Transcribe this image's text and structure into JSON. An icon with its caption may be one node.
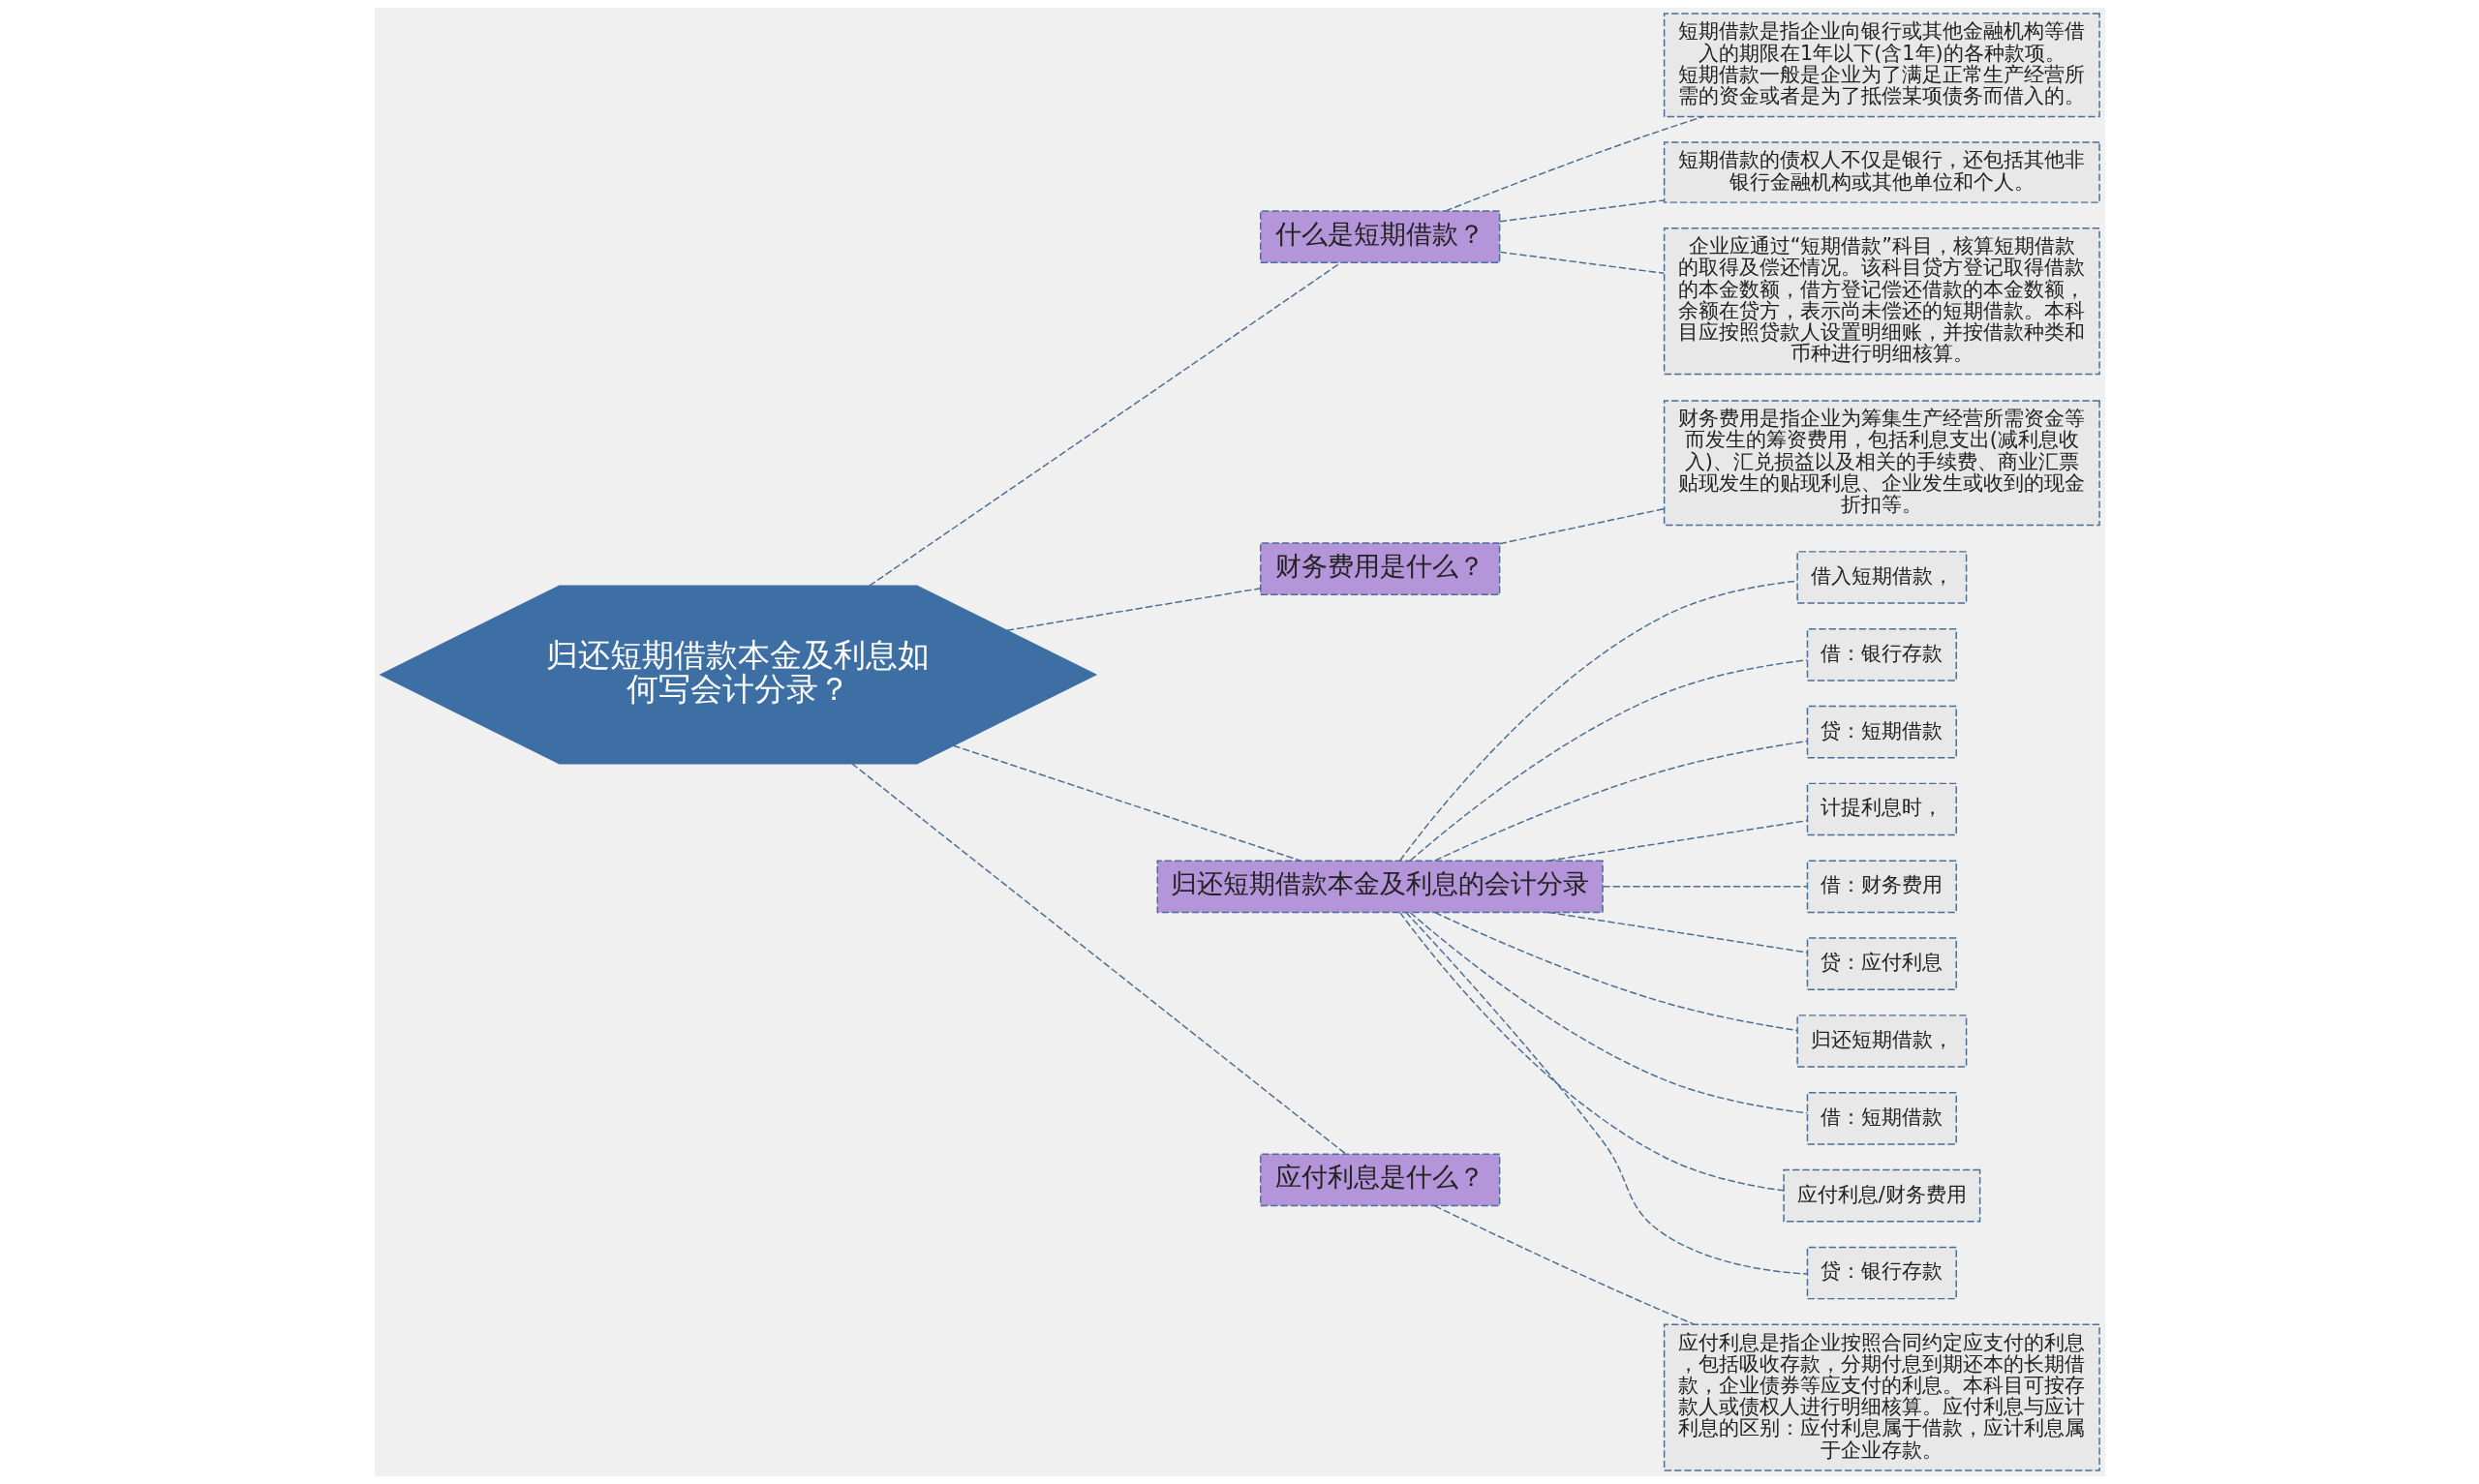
{
  "diagram": {
    "nodes": [
      {
        "text": [
          "归还短期借款本金及利息如何写会计分录？"
        ]
      },
      {
        "text": [
          "什么是短期借款？"
        ]
      },
      {
        "text": [
          "短期借款是指企业向银行或其他金融机构等借入的期限在1年以下(含1年)的各种款项。短期借款一般是企业为了满足正常生产经营所需的资金或者是为了抵偿某项债务而借入的。"
        ]
      },
      {
        "text": [
          "短期借款的债权人不仅是银行，还包括其他非银行金融机构或其他单位和个人。"
        ]
      },
      {
        "text": [
          "企业应通过“短期借款”科目，核算短期借款的取得及偿还情况。该科目贷方登记取得借款的本金数额，借方登记偿还借款的本金数额，余额在贷方，表示尚未偿还的短期借款。本科目应按照贷款人设置明细账，并按借款种类和币种进行明细核算。"
        ]
      },
      {
        "text": [
          "财务费用是什么？"
        ]
      },
      {
        "text": [
          "财务费用是指企业为筹集生产经营所需资金等而发生的筹资费用，包括利息支出(减利息收入)、汇兑损益以及相关的手续费、商业汇票贴现发生的贴现利息、企业发生或收到的现金折扣等。"
        ]
      },
      {
        "text": [
          "归还短期借款本金及利息的会计分录"
        ]
      },
      {
        "text": [
          "借入短期借款，"
        ]
      },
      {
        "text": [
          "借：银行存款"
        ]
      },
      {
        "text": [
          "贷：短期借款"
        ]
      },
      {
        "text": [
          "计提利息时，"
        ]
      },
      {
        "text": [
          "借：财务费用"
        ]
      },
      {
        "text": [
          "贷：应付利息"
        ]
      },
      {
        "text": [
          "归还短期借款，"
        ]
      },
      {
        "text": [
          "借：短期借款"
        ]
      },
      {
        "text": [
          "应付利息/财务费用"
        ]
      },
      {
        "text": [
          "贷：银行存款"
        ]
      },
      {
        "text": [
          "应付利息是什么？"
        ]
      },
      {
        "text": [
          "应付利息是指企业按照合同约定应支付的利息，包括吸收存款，分期付息到期还本的长期借款，企业债券等应支付的利息。本科目可按存款人或债权人进行明细核算。应付利息与应计利息的区别：应付利息属于借款，应计利息属于企业存款。"
        ]
      }
    ],
    "edges": [
      {
        "from": 0,
        "to": 1,
        "arrow": "none"
      },
      {
        "from": 1,
        "to": 2,
        "arrow": "none"
      },
      {
        "from": 1,
        "to": 3,
        "arrow": "none"
      },
      {
        "from": 1,
        "to": 4,
        "arrow": "none"
      },
      {
        "from": 0,
        "to": 5,
        "arrow": "none"
      },
      {
        "from": 5,
        "to": 6,
        "arrow": "none"
      },
      {
        "from": 0,
        "to": 7,
        "arrow": "none"
      },
      {
        "from": 7,
        "to": 8,
        "arrow": "none"
      },
      {
        "from": 7,
        "to": 9,
        "arrow": "none"
      },
      {
        "from": 7,
        "to": 10,
        "arrow": "none"
      },
      {
        "from": 7,
        "to": 11,
        "arrow": "none"
      },
      {
        "from": 7,
        "to": 12,
        "arrow": "none"
      },
      {
        "from": 7,
        "to": 13,
        "arrow": "none"
      },
      {
        "from": 7,
        "to": 14,
        "arrow": "none"
      },
      {
        "from": 7,
        "to": 15,
        "arrow": "none"
      },
      {
        "from": 7,
        "to": 16,
        "arrow": "none"
      },
      {
        "from": 7,
        "to": 17,
        "arrow": "none"
      },
      {
        "from": 0,
        "to": 18,
        "arrow": "none"
      },
      {
        "from": 18,
        "to": 19,
        "arrow": "none"
      }
    ]
  }
}
